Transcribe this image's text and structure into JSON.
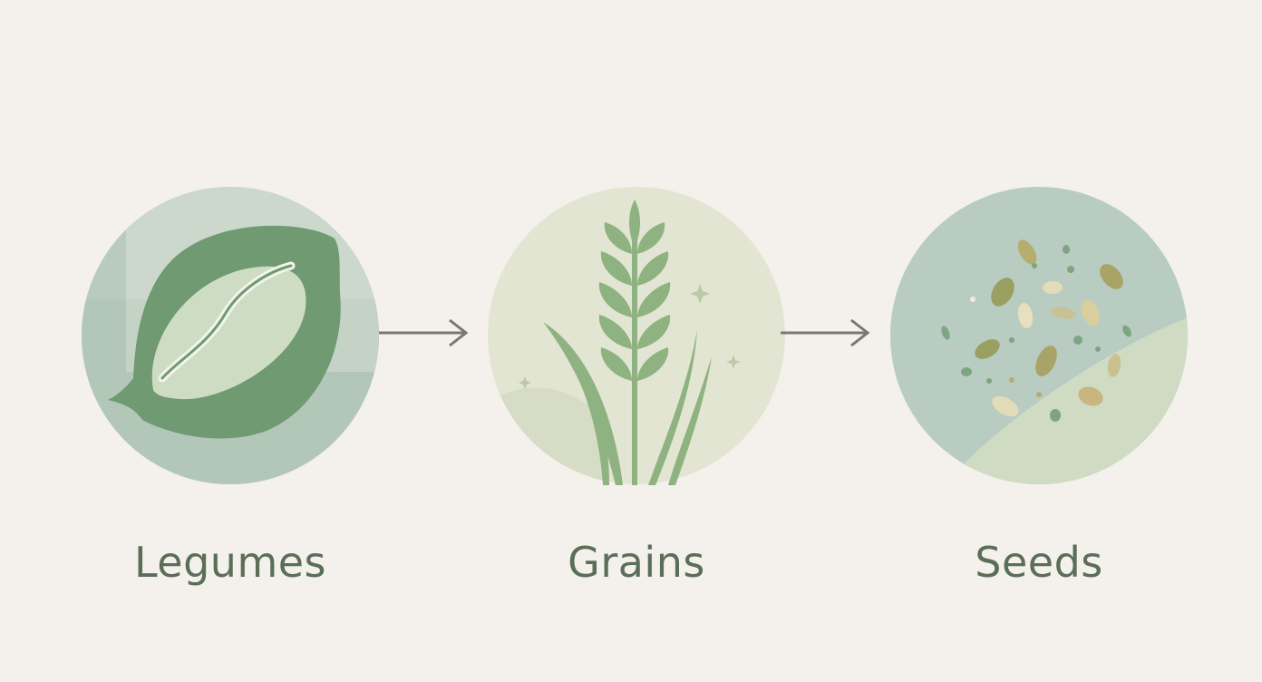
{
  "stages": [
    {
      "id": "legumes",
      "label": "Legumes",
      "icon": "legume-pod-icon"
    },
    {
      "id": "grains",
      "label": "Grains",
      "icon": "wheat-stalk-icon"
    },
    {
      "id": "seeds",
      "label": "Seeds",
      "icon": "scattered-seeds-icon"
    }
  ],
  "connectors": [
    {
      "from": "legumes",
      "to": "grains",
      "icon": "arrow-right-icon"
    },
    {
      "from": "grains",
      "to": "seeds",
      "icon": "arrow-right-icon"
    }
  ],
  "colors": {
    "background": "#f4f1ec",
    "label_text": "#5a6e58",
    "circle_light": "#d9e2d4",
    "circle_mid": "#b8cbbd",
    "leaf_green": "#8fb281",
    "deep_green": "#6f9a72",
    "seed_olive": "#a8a468",
    "seed_cream": "#e3dcb8",
    "arrow": "#7a7774"
  }
}
